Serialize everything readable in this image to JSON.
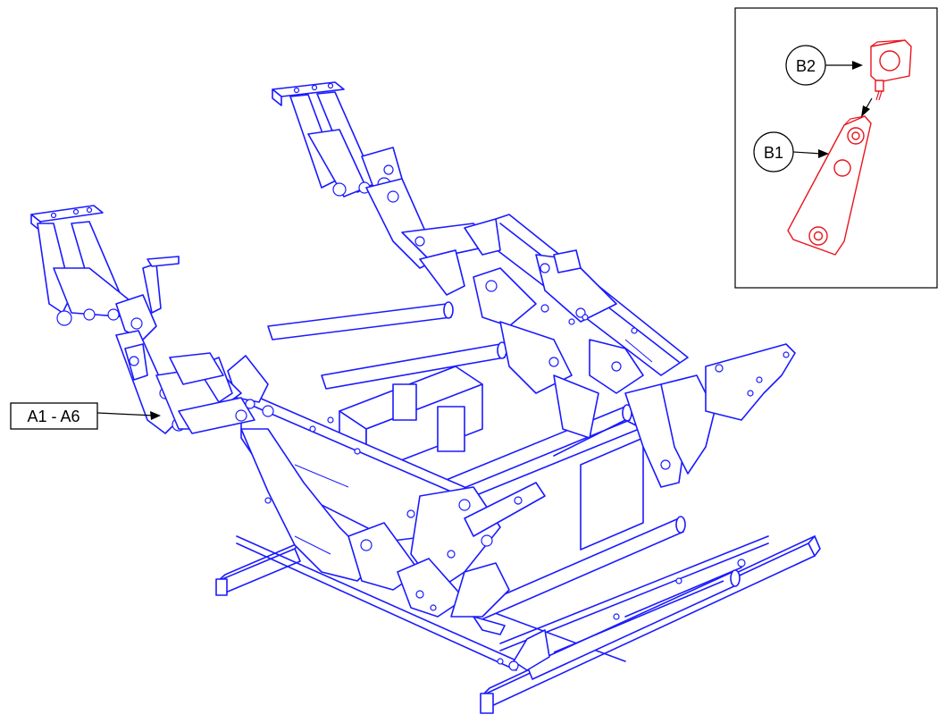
{
  "callouts": {
    "a_range": "A1 - A6",
    "b1": "B1",
    "b2": "B2"
  },
  "colors": {
    "assembly_line": "#1a1aff",
    "highlight_part": "#e8141c",
    "callout_outline": "#000000"
  }
}
